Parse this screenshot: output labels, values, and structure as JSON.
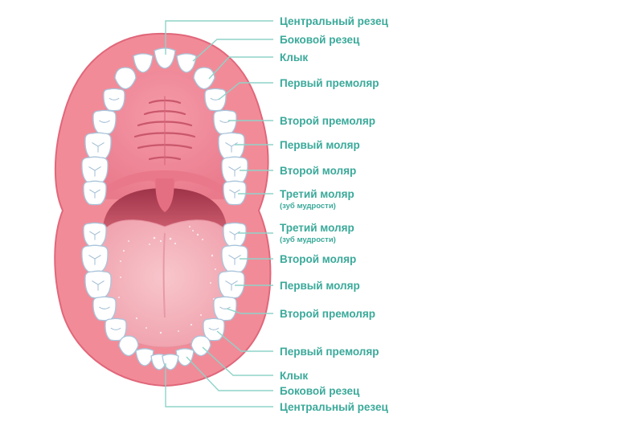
{
  "upper_labels": [
    {
      "text": "Центральный резец",
      "note": ""
    },
    {
      "text": "Боковой резец",
      "note": ""
    },
    {
      "text": "Клык",
      "note": ""
    },
    {
      "text": "Первый премоляр",
      "note": ""
    },
    {
      "text": "Второй премоляр",
      "note": ""
    },
    {
      "text": "Первый моляр",
      "note": ""
    },
    {
      "text": "Второй моляр",
      "note": ""
    },
    {
      "text": "Третий моляр",
      "note": "(зуб мудрости)"
    }
  ],
  "lower_labels": [
    {
      "text": "Третий моляр",
      "note": "(зуб мудрости)"
    },
    {
      "text": "Второй моляр",
      "note": ""
    },
    {
      "text": "Первый моляр",
      "note": ""
    },
    {
      "text": "Второй премоляр",
      "note": ""
    },
    {
      "text": "Первый премоляр",
      "note": ""
    },
    {
      "text": "Клык",
      "note": ""
    },
    {
      "text": "Боковой резец",
      "note": ""
    },
    {
      "text": "Центральный резец",
      "note": ""
    }
  ],
  "colors": {
    "label_text": "#3aa99a",
    "leader_line": "#8fd3c9",
    "gum": "#f28b98",
    "gum_outline": "#e0677a",
    "palate": "#ee8294",
    "tongue": "#f5b3bb",
    "throat": "#b8475a",
    "tooth": "#ffffff",
    "tooth_outline": "#a9c4da"
  }
}
